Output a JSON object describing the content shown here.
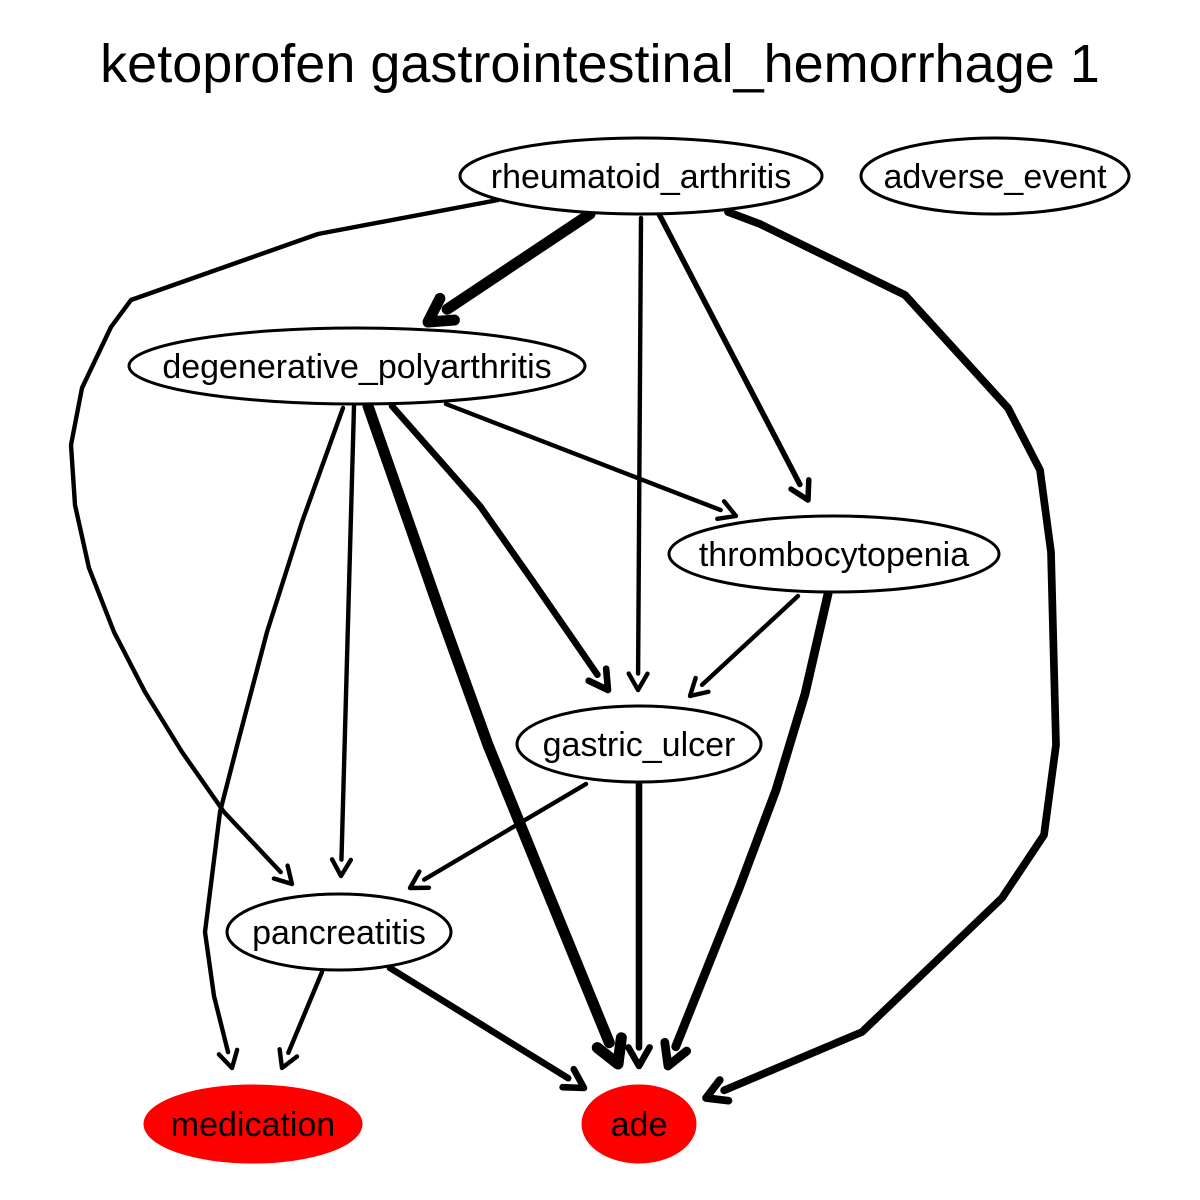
{
  "title": "ketoprofen gastrointestinal_hemorrhage 1",
  "colors": {
    "outcome_fill": "#ff0000",
    "node_fill": "#ffffff",
    "stroke": "#000000"
  },
  "nodes": [
    {
      "id": "rheumatoid_arthritis",
      "label": "rheumatoid_arthritis",
      "type": "condition"
    },
    {
      "id": "adverse_event",
      "label": "adverse_event",
      "type": "condition"
    },
    {
      "id": "degenerative_polyarthritis",
      "label": "degenerative_polyarthritis",
      "type": "condition"
    },
    {
      "id": "thrombocytopenia",
      "label": "thrombocytopenia",
      "type": "condition"
    },
    {
      "id": "gastric_ulcer",
      "label": "gastric_ulcer",
      "type": "condition"
    },
    {
      "id": "pancreatitis",
      "label": "pancreatitis",
      "type": "condition"
    },
    {
      "id": "medication",
      "label": "medication",
      "type": "outcome"
    },
    {
      "id": "ade",
      "label": "ade",
      "type": "outcome"
    }
  ],
  "edges": [
    {
      "from": "rheumatoid_arthritis",
      "to": "degenerative_polyarthritis",
      "weight": 5
    },
    {
      "from": "rheumatoid_arthritis",
      "to": "gastric_ulcer",
      "weight": 2
    },
    {
      "from": "rheumatoid_arthritis",
      "to": "thrombocytopenia",
      "weight": 2.5
    },
    {
      "from": "rheumatoid_arthritis",
      "to": "ade",
      "weight": 3.5
    },
    {
      "from": "rheumatoid_arthritis",
      "to": "pancreatitis",
      "weight": 2
    },
    {
      "from": "degenerative_polyarthritis",
      "to": "medication",
      "weight": 2
    },
    {
      "from": "degenerative_polyarthritis",
      "to": "pancreatitis",
      "weight": 2
    },
    {
      "from": "degenerative_polyarthritis",
      "to": "ade",
      "weight": 5
    },
    {
      "from": "degenerative_polyarthritis",
      "to": "gastric_ulcer",
      "weight": 3
    },
    {
      "from": "degenerative_polyarthritis",
      "to": "thrombocytopenia",
      "weight": 2
    },
    {
      "from": "thrombocytopenia",
      "to": "gastric_ulcer",
      "weight": 2
    },
    {
      "from": "thrombocytopenia",
      "to": "ade",
      "weight": 4
    },
    {
      "from": "gastric_ulcer",
      "to": "pancreatitis",
      "weight": 2
    },
    {
      "from": "gastric_ulcer",
      "to": "ade",
      "weight": 3
    },
    {
      "from": "pancreatitis",
      "to": "medication",
      "weight": 2
    },
    {
      "from": "pancreatitis",
      "to": "ade",
      "weight": 3
    }
  ]
}
